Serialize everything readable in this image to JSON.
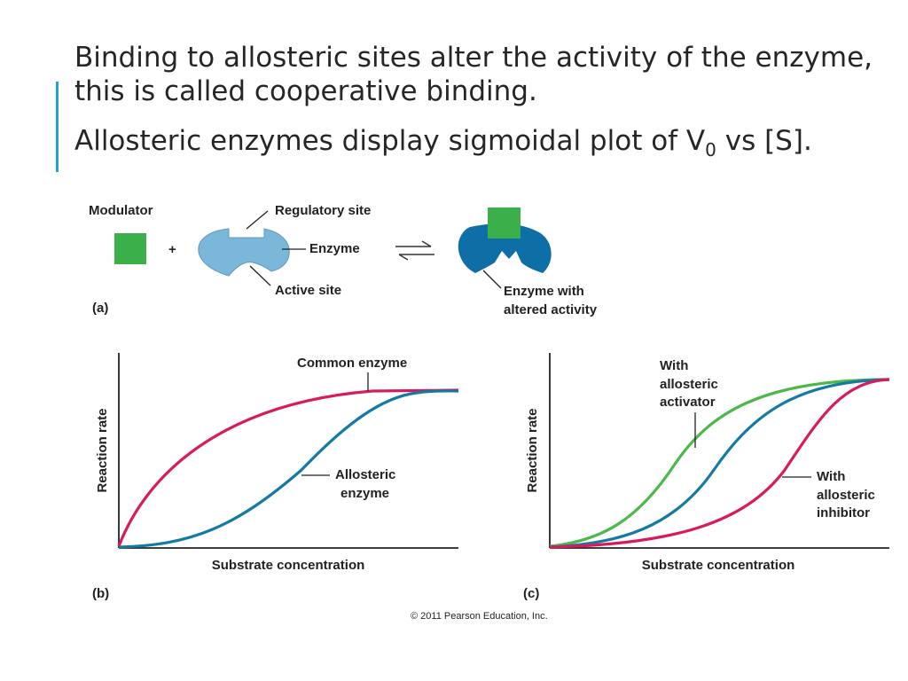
{
  "slide": {
    "paragraph1": "Binding to allosteric sites alter the activity of the enzyme, this is called cooperative binding.",
    "paragraph2_prefix": "Allosteric enzymes display sigmoidal plot of V",
    "paragraph2_sub": "0",
    "paragraph2_suffix": " vs [S].",
    "accent_color": "#1fa3c8"
  },
  "figure": {
    "panel_a": {
      "tag": "(a)",
      "modulator_label": "Modulator",
      "plus": "+",
      "regulatory_site_label": "Regulatory site",
      "enzyme_label": "Enzyme",
      "active_site_label": "Active site",
      "altered_label_line1": "Enzyme with",
      "altered_label_line2": "altered activity",
      "modulator_color": "#3bb04a",
      "enzyme_color": "#7bb7d8",
      "altered_enzyme_color": "#0e6fa6"
    },
    "panel_b": {
      "tag": "(b)",
      "ylabel": "Reaction rate",
      "xlabel": "Substrate concentration",
      "common_label": "Common enzyme",
      "allosteric_label_line1": "Allosteric",
      "allosteric_label_line2": "enzyme"
    },
    "panel_c": {
      "tag": "(c)",
      "ylabel": "Reaction rate",
      "xlabel": "Substrate concentration",
      "activator_line1": "With",
      "activator_line2": "allosteric",
      "activator_line3": "activator",
      "inhibitor_line1": "With",
      "inhibitor_line2": "allosteric",
      "inhibitor_line3": "inhibitor"
    },
    "copyright": "© 2011 Pearson Education, Inc.",
    "colors": {
      "magenta": "#d81b5c",
      "blue": "#157aa3",
      "green": "#4cb849"
    }
  }
}
